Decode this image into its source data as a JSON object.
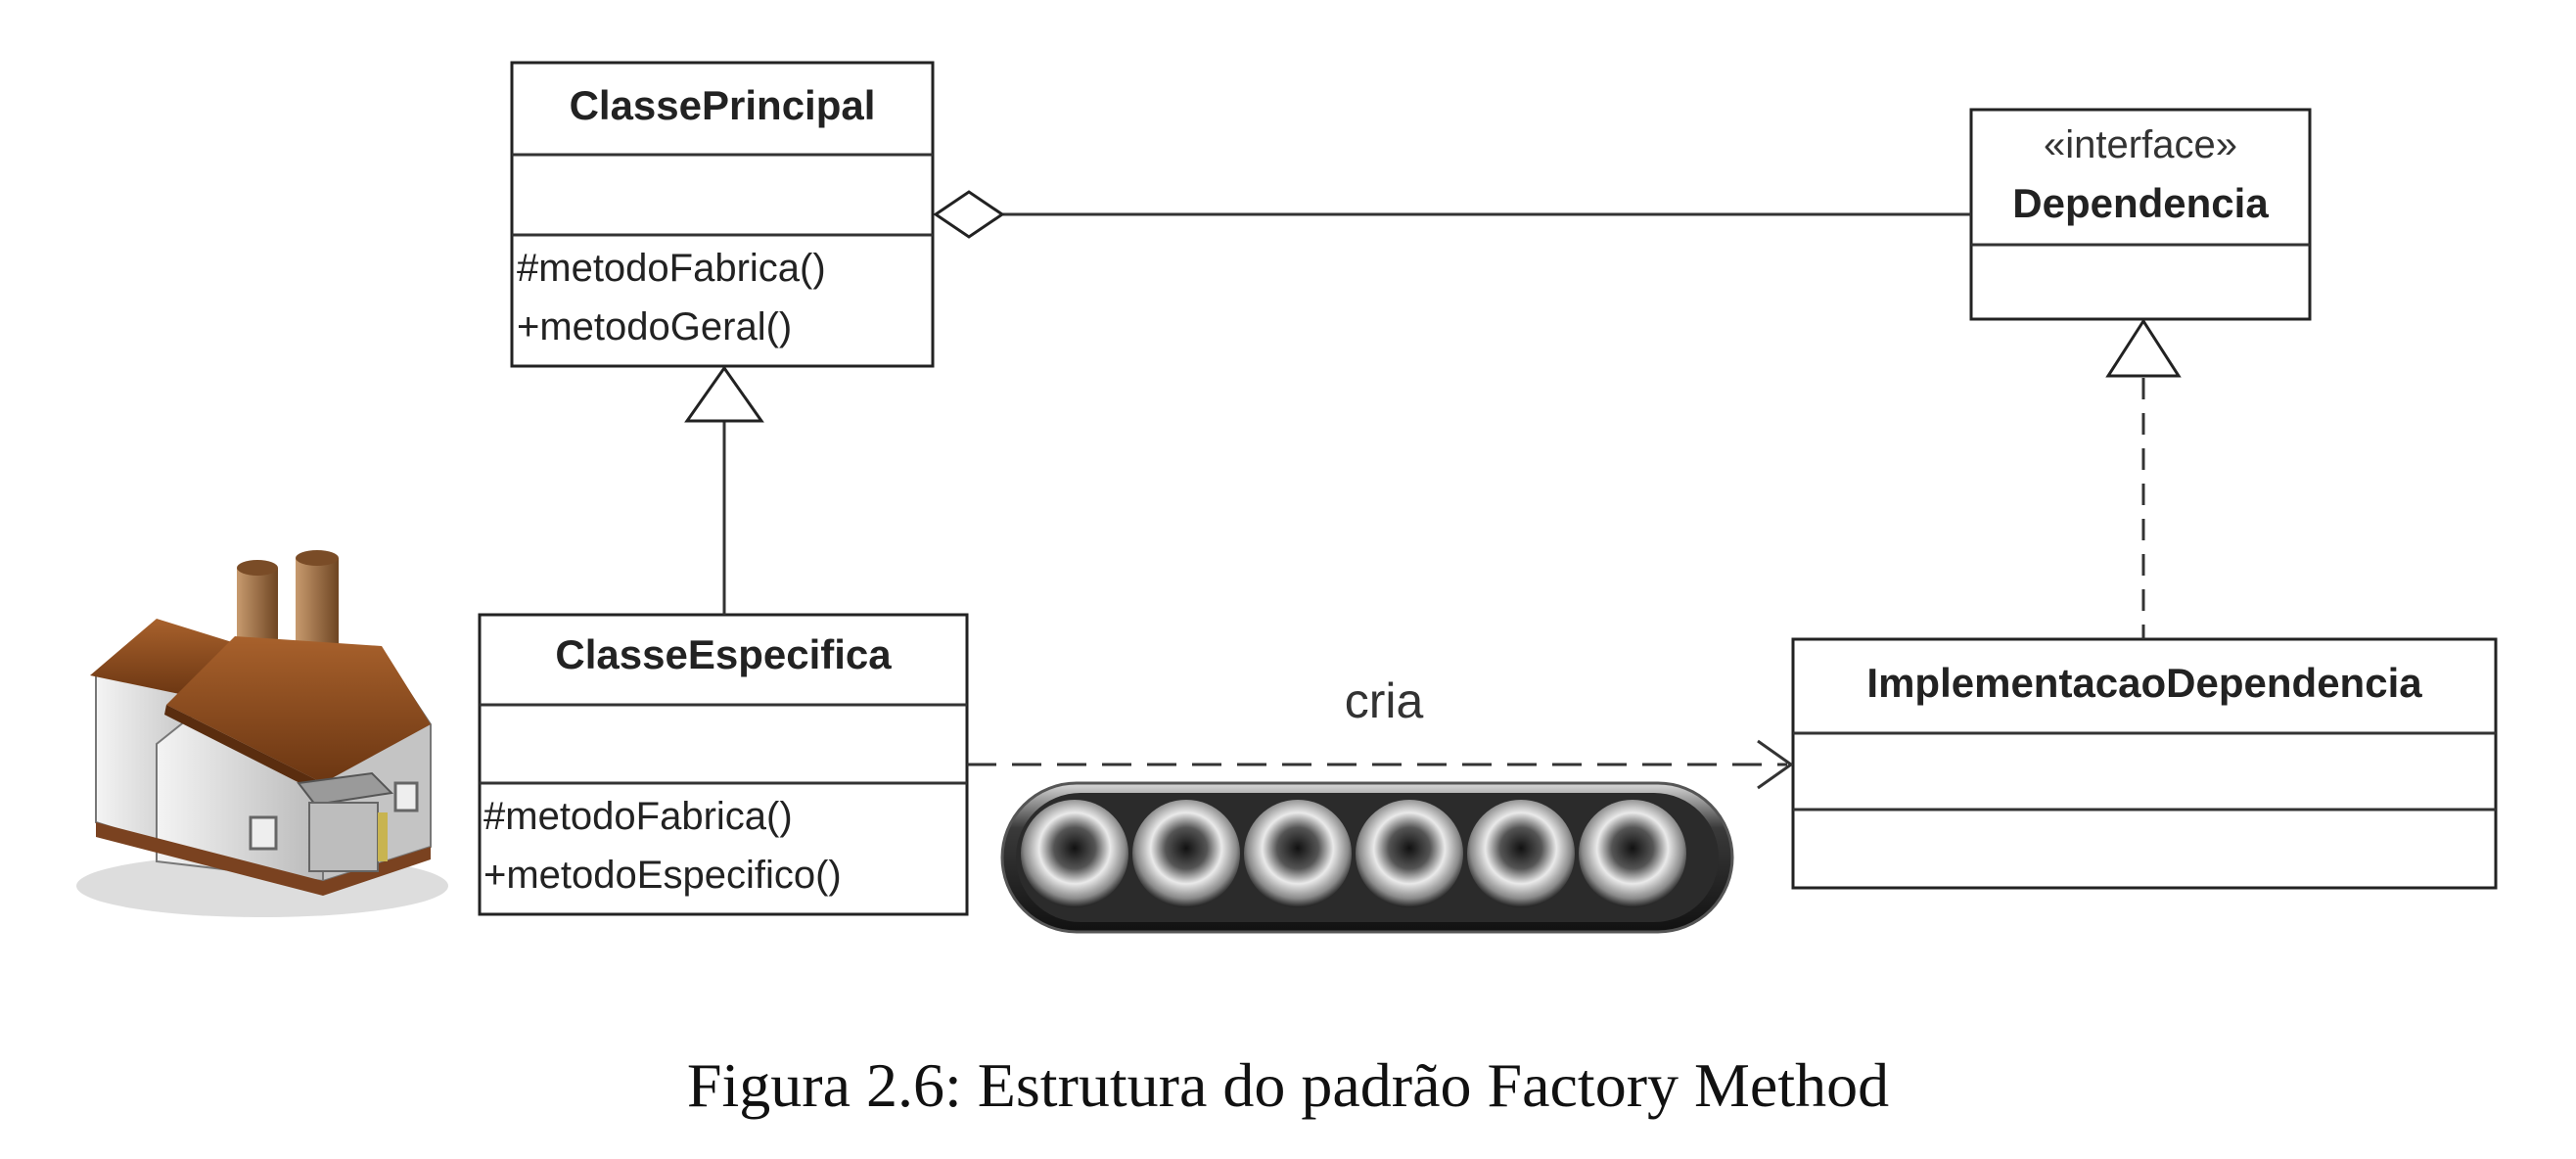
{
  "classes": {
    "principal": {
      "name": "ClassePrincipal",
      "operations": [
        "#metodoFabrica()",
        "+metodoGeral()"
      ]
    },
    "especifica": {
      "name": "ClasseEspecifica",
      "operations": [
        "#metodoFabrica()",
        "+metodoEspecifico()"
      ]
    },
    "dependencia": {
      "stereotype": "«interface»",
      "name": "Dependencia"
    },
    "implementacao": {
      "name": "ImplementacaoDependencia"
    }
  },
  "relations": {
    "creates_label": "cria"
  },
  "caption": "Figura 2.6: Estrutura do padrão Factory Method",
  "icons": [
    "factory-icon",
    "conveyor-belt-icon"
  ],
  "colors": {
    "roof": "#8a4a1e",
    "wall": "#d9d9d9",
    "chimney": "#9b6b43",
    "belt": "#2a2a2a"
  }
}
